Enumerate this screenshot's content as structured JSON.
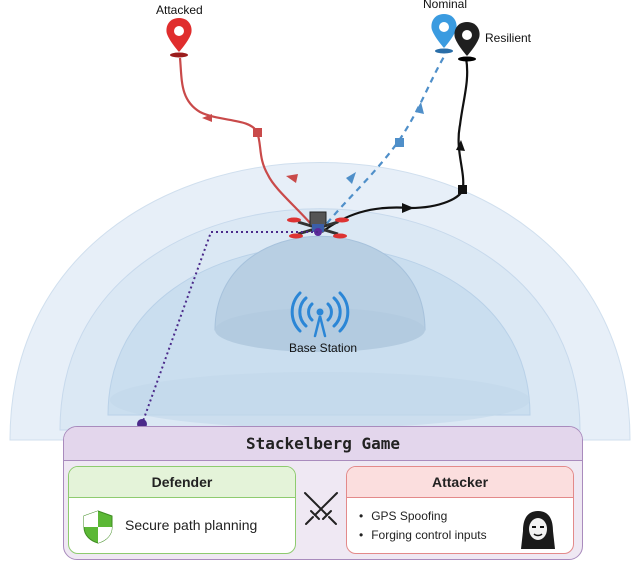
{
  "markers": {
    "attacked": "Attacked",
    "nominal": "Nominal",
    "resilient": "Resilient"
  },
  "base_station": "Base Station",
  "game": {
    "title": "Stackelberg Game",
    "defender": {
      "title": "Defender",
      "item": "Secure path planning"
    },
    "attacker": {
      "title": "Attacker",
      "items": [
        "GPS Spoofing",
        "Forging control inputs"
      ]
    }
  },
  "colors": {
    "attacked": "#e02d2d",
    "nominal": "#4aa3e0",
    "resilient": "#1a1a1a",
    "dome": "#cfe0f0",
    "defender": "#8ecb6f",
    "attacker": "#e38a8a",
    "panel": "#a98bbd"
  }
}
